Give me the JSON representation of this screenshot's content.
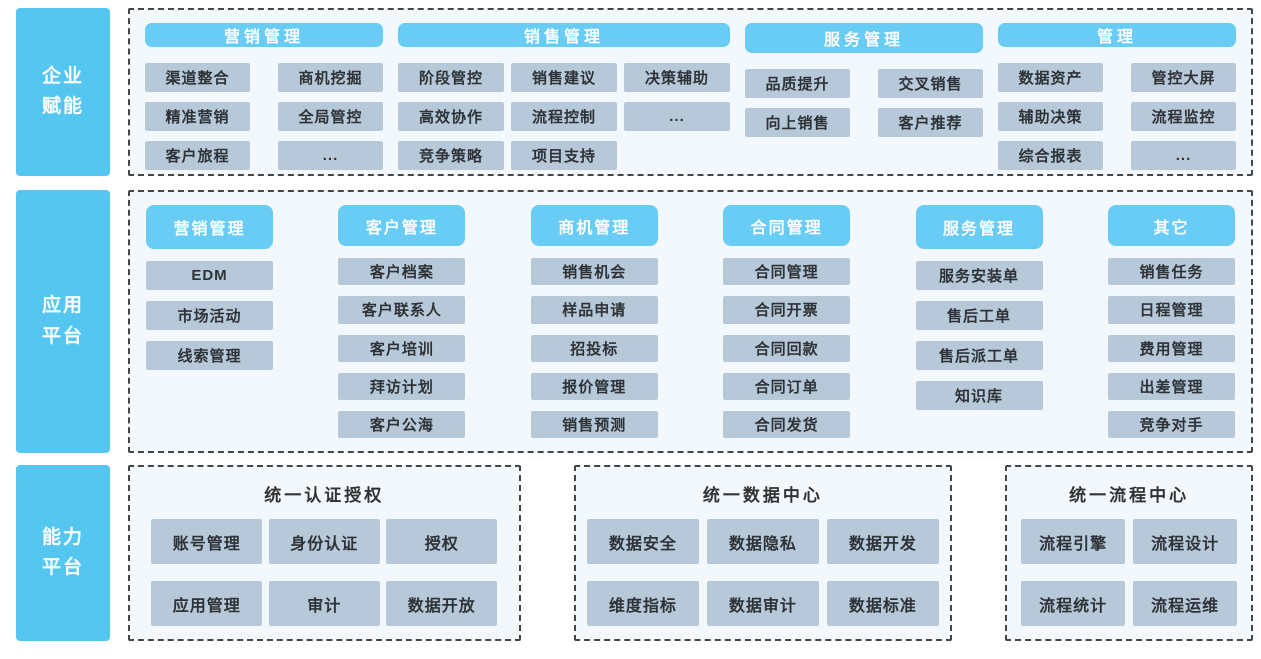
{
  "colors": {
    "accent_blue": "#55c6ef",
    "header_blue": "#68ccf4",
    "item_bg": "#b7c8d8",
    "panel_bg": "#f2f8fc",
    "border_dark": "#454545",
    "item_text": "#2d3237",
    "title_text": "#333333"
  },
  "sections": {
    "enterprise": {
      "side_label_line1": "企业",
      "side_label_line2": "赋能",
      "groups": [
        {
          "title": "营销管理",
          "cols": 2,
          "items": [
            "渠道整合",
            "商机挖掘",
            "精准营销",
            "全局管控",
            "客户旅程",
            "..."
          ]
        },
        {
          "title": "销售管理",
          "cols": 3,
          "items": [
            "阶段管控",
            "销售建议",
            "决策辅助",
            "高效协作",
            "流程控制",
            "...",
            "竞争策略",
            "项目支持"
          ]
        },
        {
          "title": "服务管理",
          "cols": 2,
          "items": [
            "品质提升",
            "交叉销售",
            "向上销售",
            "客户推荐"
          ]
        },
        {
          "title": "管理",
          "cols": 2,
          "items": [
            "数据资产",
            "管控大屏",
            "辅助决策",
            "流程监控",
            "综合报表",
            "..."
          ]
        }
      ]
    },
    "application": {
      "side_label_line1": "应用",
      "side_label_line2": "平台",
      "columns": [
        {
          "title": "营销管理",
          "items": [
            "EDM",
            "市场活动",
            "线索管理"
          ]
        },
        {
          "title": "客户管理",
          "items": [
            "客户档案",
            "客户联系人",
            "客户培训",
            "拜访计划",
            "客户公海"
          ]
        },
        {
          "title": "商机管理",
          "items": [
            "销售机会",
            "样品申请",
            "招投标",
            "报价管理",
            "销售预测"
          ]
        },
        {
          "title": "合同管理",
          "items": [
            "合同管理",
            "合同开票",
            "合同回款",
            "合同订单",
            "合同发货"
          ]
        },
        {
          "title": "服务管理",
          "items": [
            "服务安装单",
            "售后工单",
            "售后派工单",
            "知识库"
          ]
        },
        {
          "title": "其它",
          "items": [
            "销售任务",
            "日程管理",
            "费用管理",
            "出差管理",
            "竞争对手"
          ]
        }
      ]
    },
    "capability": {
      "side_label_line1": "能力",
      "side_label_line2": "平台",
      "boxes": [
        {
          "title": "统一认证授权",
          "cols": 3,
          "items": [
            "账号管理",
            "身份认证",
            "授权",
            "应用管理",
            "审计",
            "数据开放"
          ]
        },
        {
          "title": "统一数据中心",
          "cols": 3,
          "items": [
            "数据安全",
            "数据隐私",
            "数据开发",
            "维度指标",
            "数据审计",
            "数据标准"
          ]
        },
        {
          "title": "统一流程中心",
          "cols": 2,
          "items": [
            "流程引擎",
            "流程设计",
            "流程统计",
            "流程运维"
          ]
        }
      ]
    }
  }
}
